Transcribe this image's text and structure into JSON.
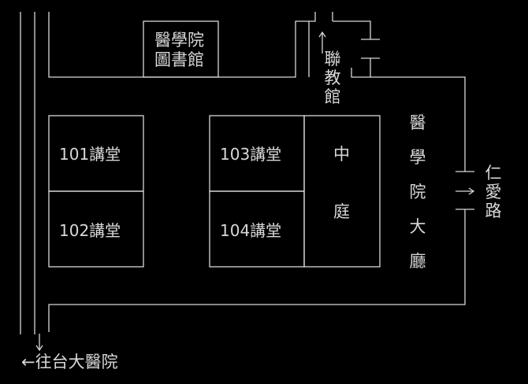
{
  "colors": {
    "background": "#000000",
    "lines": "#d8d8d8",
    "text": "#d8d8d8"
  },
  "labels": {
    "library_line1": "醫學院",
    "library_line2": "圖書館",
    "lianjiao": "聯教館",
    "room101": "101講堂",
    "room102": "102講堂",
    "room103": "103講堂",
    "room104": "104講堂",
    "courtyard_1": "中",
    "courtyard_2": "庭",
    "hall": "醫學院大廳",
    "renai_road": "仁愛路",
    "to_ntuh": "←往台大醫院"
  },
  "icons": {
    "arrow_up": "arrow-up-icon",
    "arrow_right": "arrow-right-icon",
    "arrow_down": "arrow-down-icon"
  }
}
